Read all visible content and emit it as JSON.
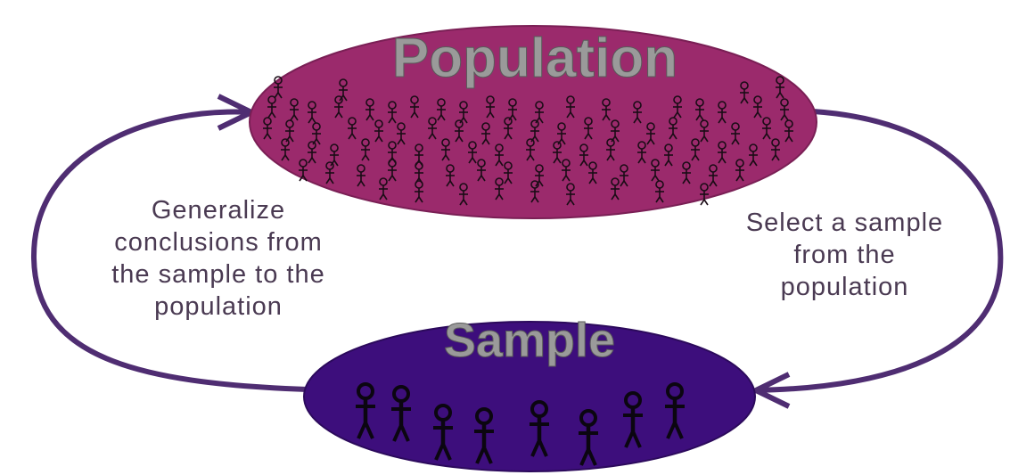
{
  "diagram": {
    "population": {
      "title": "Population",
      "fill": "#9b2a6c"
    },
    "sample": {
      "title": "Sample",
      "fill": "#3d0e7c"
    },
    "left_caption": [
      "Generalize",
      "conclusions from",
      "the sample to the",
      "population"
    ],
    "right_caption": [
      "Select a sample",
      "from the",
      "population"
    ],
    "arrow_color": "#4f2d72",
    "figure_icon": "stick-figure-icon",
    "title_color": "#9a9a9a"
  }
}
